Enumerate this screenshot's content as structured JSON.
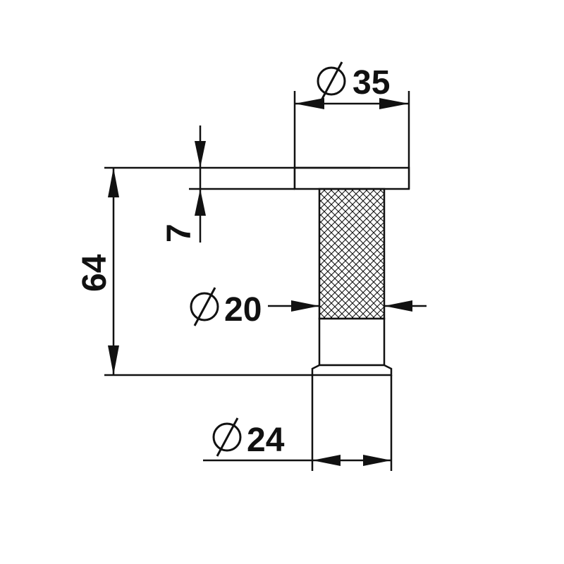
{
  "diameter_symbol": "∅",
  "dimensions": {
    "diameter_35": "35",
    "height_7": "7",
    "height_64": "64",
    "diameter_20": "20",
    "diameter_24": "24"
  },
  "colors": {
    "line": "#111111",
    "background": "#ffffff"
  }
}
